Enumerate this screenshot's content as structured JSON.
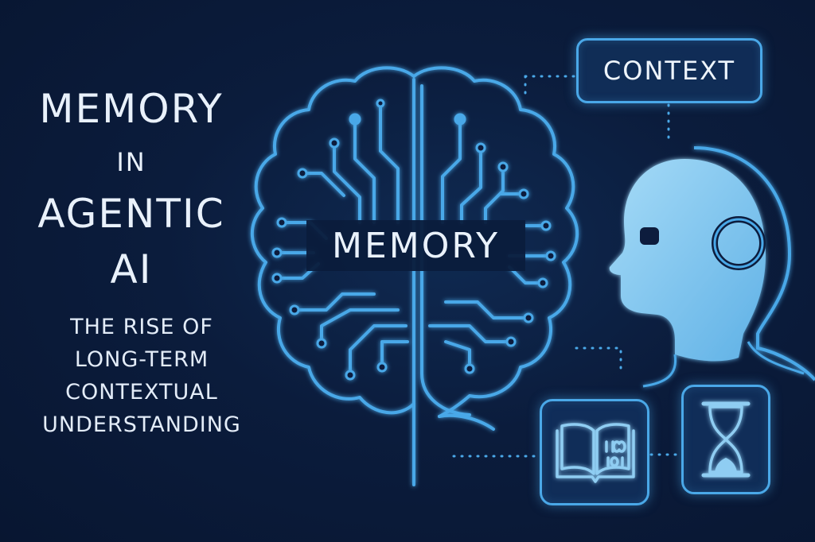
{
  "title": {
    "line1": "MEMORY",
    "line2": "IN",
    "line3": "AGENTIC",
    "line4": "AI"
  },
  "subtitle": {
    "line1": "THE RISE OF",
    "line2": "LONG-TERM",
    "line3": "CONTEXTUAL",
    "line4": "UNDERSTANDING"
  },
  "brain_label": "MEMORY",
  "context_label": "CONTEXT",
  "icons": {
    "brain": "brain-circuit-icon",
    "head": "human-head-icon",
    "book": "open-book-icon",
    "hourglass": "hourglass-icon"
  },
  "colors": {
    "background": "#0b1c3c",
    "accent": "#4aa8e8",
    "text": "#e9f1fb",
    "head_fill": "#8fcdf2"
  }
}
